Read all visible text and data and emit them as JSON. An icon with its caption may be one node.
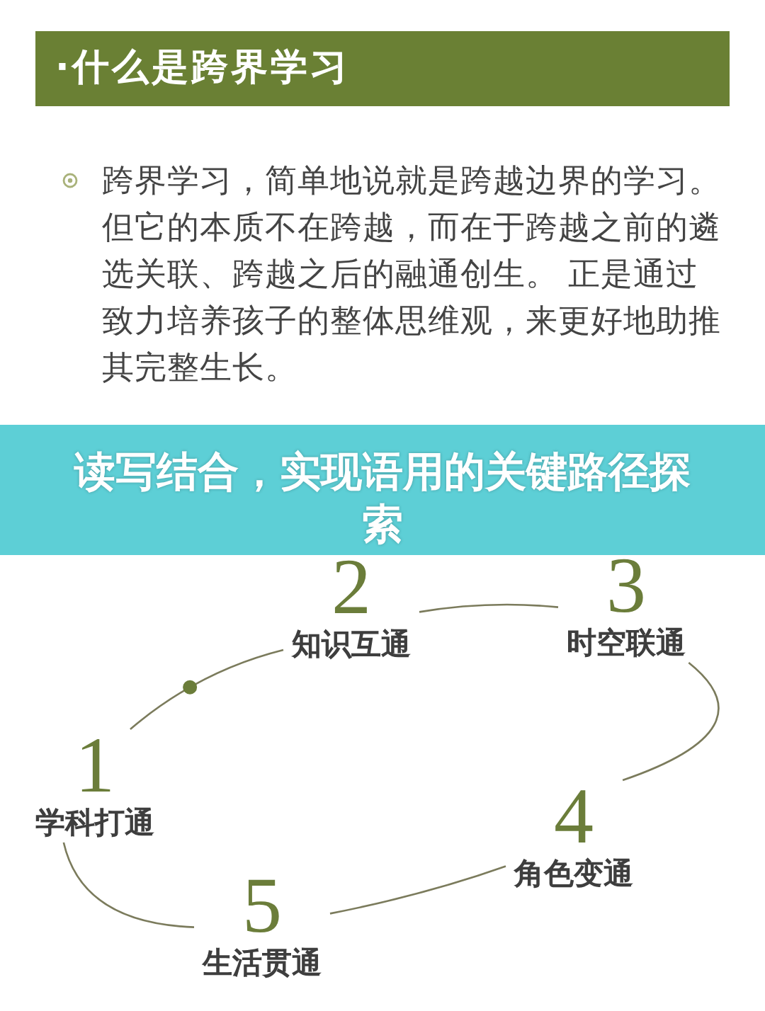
{
  "diagram": {
    "title": "·什么是跨界学习",
    "nodes": [
      {
        "text": [
          "1",
          "学科打通"
        ]
      },
      {
        "text": [
          "2",
          "知识互通"
        ]
      },
      {
        "text": [
          "3",
          "时空联通"
        ]
      },
      {
        "text": [
          "4",
          "角色变通"
        ]
      },
      {
        "text": [
          "5",
          "生活贯通"
        ]
      }
    ],
    "edges": [
      {
        "from": 0,
        "to": 1,
        "arrow": "none"
      },
      {
        "from": 1,
        "to": 2,
        "arrow": "none"
      },
      {
        "from": 2,
        "to": 3,
        "arrow": "none"
      },
      {
        "from": 3,
        "to": 4,
        "arrow": "none"
      },
      {
        "from": 4,
        "to": 0,
        "arrow": "none"
      }
    ],
    "labels": [
      "跨界学习，简单地说就是跨越边界的学习。但它的本质不在跨越，而在于跨越之前的遴选关联、跨越之后的融通创生。 正是通过致力培养孩子的整体思维观，来更好地助推其完整生长。",
      "读写结合，实现语用的关键路径探索"
    ]
  }
}
